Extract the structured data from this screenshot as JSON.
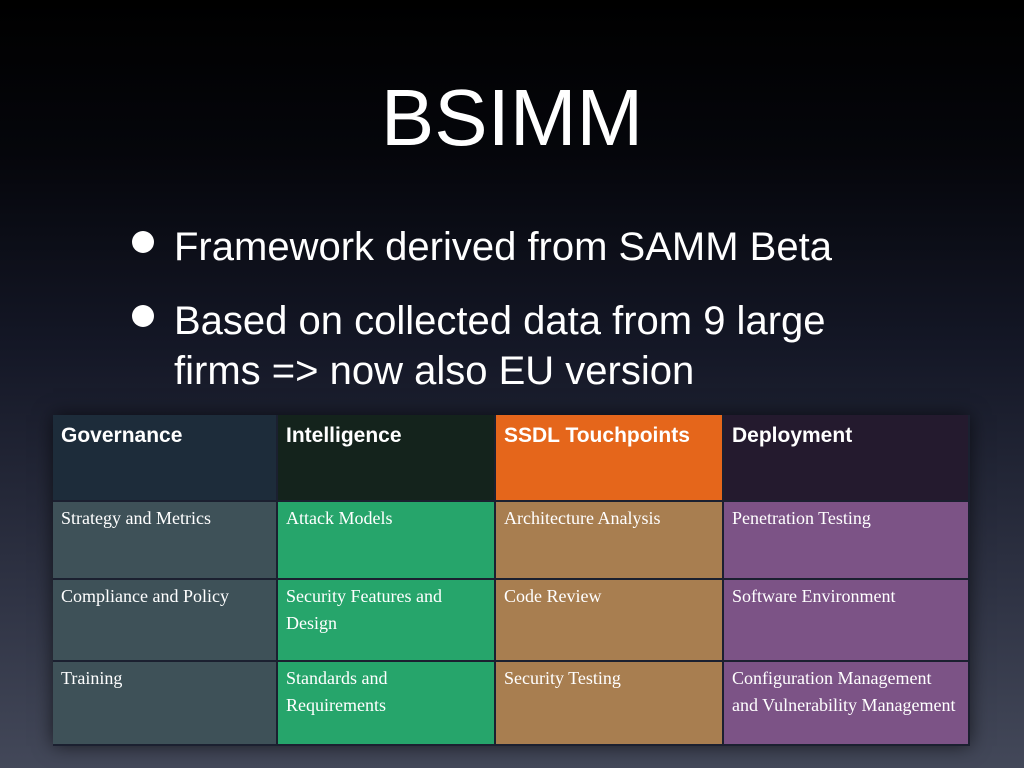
{
  "slide": {
    "title": "BSIMM",
    "bullets": [
      "Framework derived from SAMM Beta",
      "Based on collected data from 9 large firms => now also EU version"
    ]
  },
  "table": {
    "headers": [
      "Governance",
      "Intelligence",
      "SSDL Touchpoints",
      "Deployment"
    ],
    "rows": [
      [
        "Strategy and Metrics",
        "Attack Models",
        "Architecture Analysis",
        "Penetration Testing"
      ],
      [
        "Compliance and Policy",
        "Security Features and Design",
        "Code Review",
        "Software Environment"
      ],
      [
        "Training",
        "Standards and Requirements",
        "Security Testing",
        "Configuration Management and Vulnerability Management"
      ]
    ],
    "colors": {
      "governance_header": "#1d2c3a",
      "intelligence_header": "#14231c",
      "ssdl_header": "#e5661b",
      "deployment_header": "#241a2e",
      "governance": "#3e5158",
      "intelligence": "#26a56b",
      "ssdl": "#a87e50",
      "deployment": "#7c5386"
    }
  }
}
